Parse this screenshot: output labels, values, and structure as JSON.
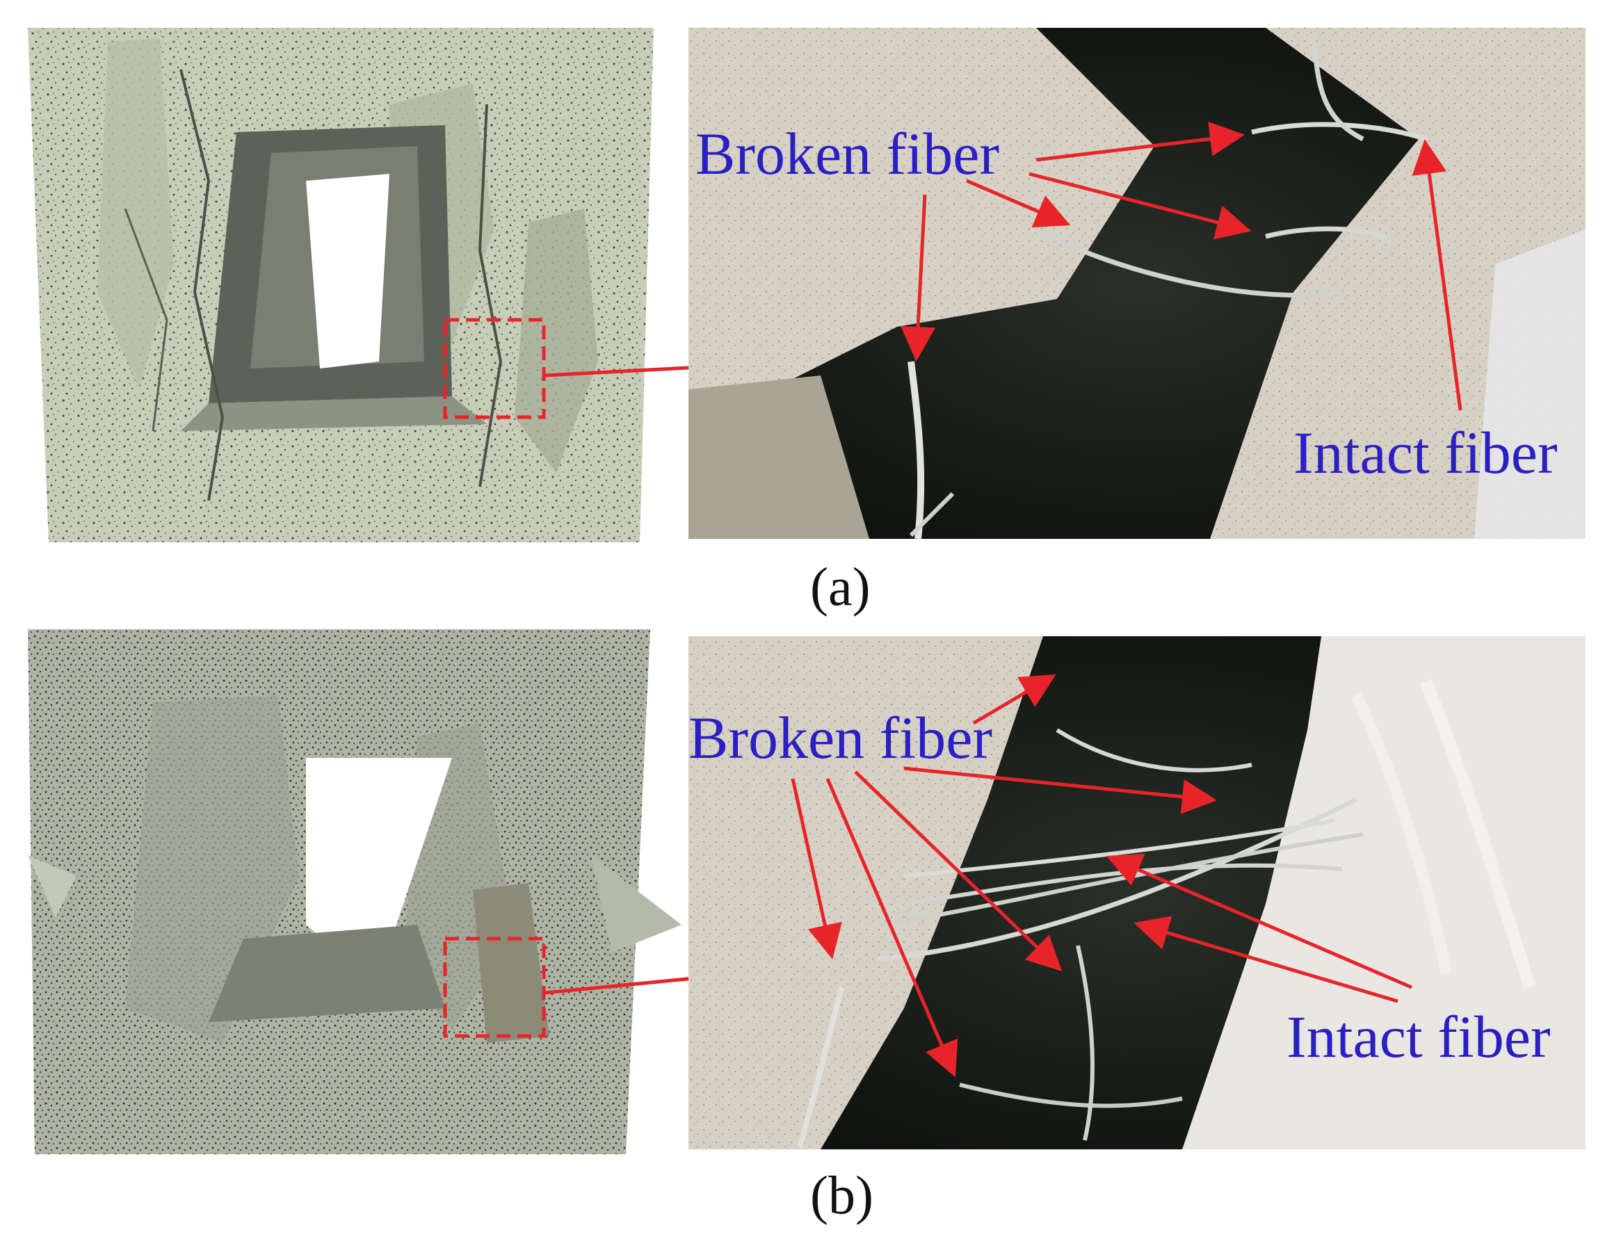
{
  "panels": [
    {
      "id": "a",
      "caption": "(a)",
      "labels": {
        "broken": "Broken fiber",
        "intact": "Intact fiber"
      }
    },
    {
      "id": "b",
      "caption": "(b)",
      "labels": {
        "broken": "Broken fiber",
        "intact": "Intact fiber"
      }
    }
  ],
  "colors": {
    "label_text": "#2a1fc4",
    "arrow": "#e8242a",
    "caption": "#111111",
    "specimen_face": "#c9ceb9",
    "closeup_dark": "#141812",
    "closeup_light": "#d8d4c8"
  }
}
